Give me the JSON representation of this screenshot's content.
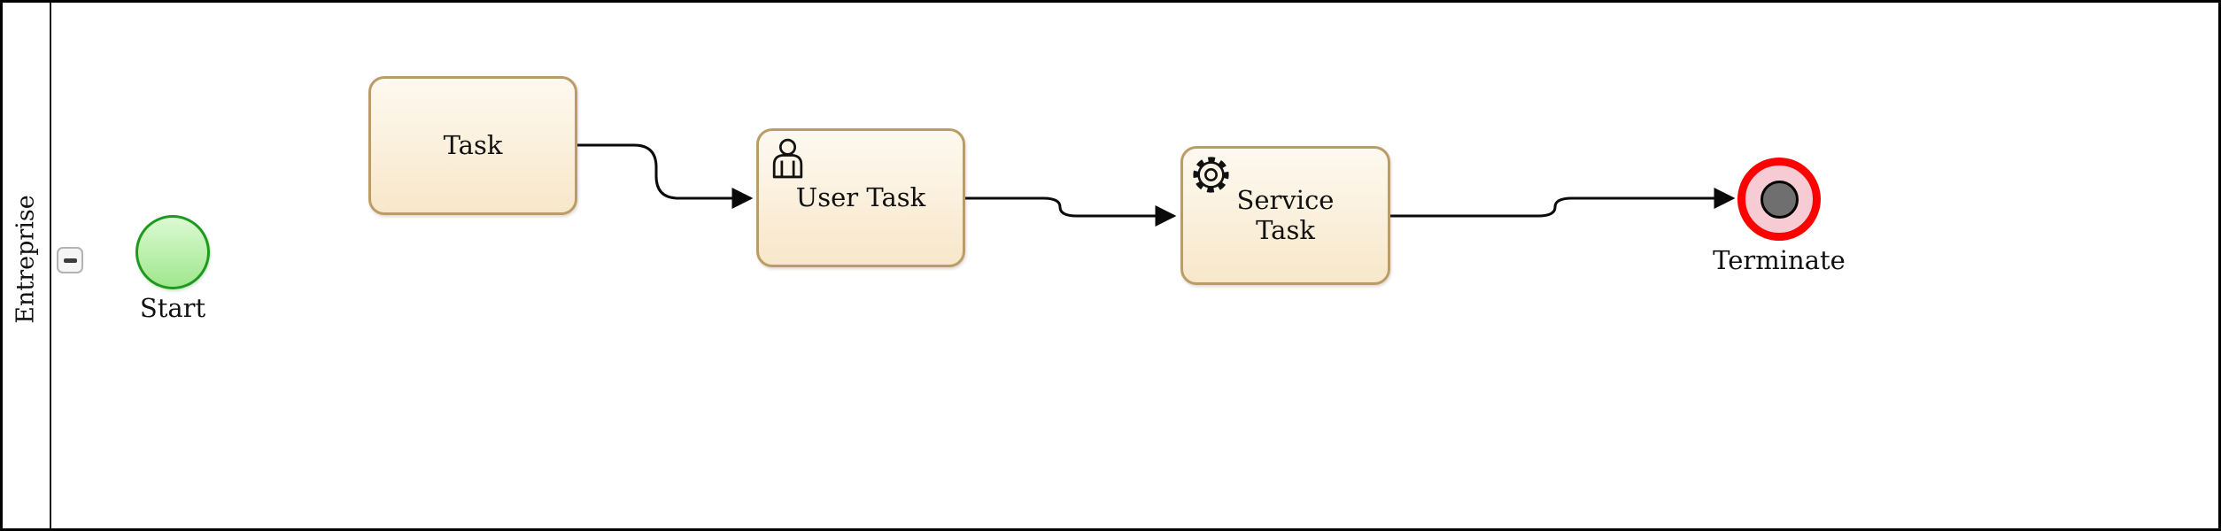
{
  "pool": {
    "label": "Entreprise"
  },
  "nodes": {
    "start": {
      "type": "start-event",
      "label": "Start"
    },
    "task": {
      "type": "task",
      "label": "Task"
    },
    "user_task": {
      "type": "user-task",
      "label": "User Task"
    },
    "service_task": {
      "type": "service-task",
      "label": "Service Task"
    },
    "terminate": {
      "type": "terminate-end-event",
      "label": "Terminate"
    }
  },
  "edges": [
    {
      "from": "task",
      "to": "user_task"
    },
    {
      "from": "user_task",
      "to": "service_task"
    },
    {
      "from": "service_task",
      "to": "terminate"
    }
  ],
  "icons": {
    "pool_collapse": "minus-icon",
    "user_task": "person-icon",
    "service_task": "gear-icon"
  },
  "colors": {
    "task_stroke": "#bb9c66",
    "task_fill_top": "#fdf9f0",
    "task_fill_bottom": "#f8e7ca",
    "start_stroke": "#1d9a1d",
    "start_fill_top": "#dcf9d2",
    "start_fill_bottom": "#9fe78e",
    "terminate_ring": "#ff0000",
    "terminate_fill": "#f7cbd3",
    "terminate_core": "#6f6f6f",
    "flow_stroke": "#0a0a0a",
    "pool_border": "#000000"
  }
}
